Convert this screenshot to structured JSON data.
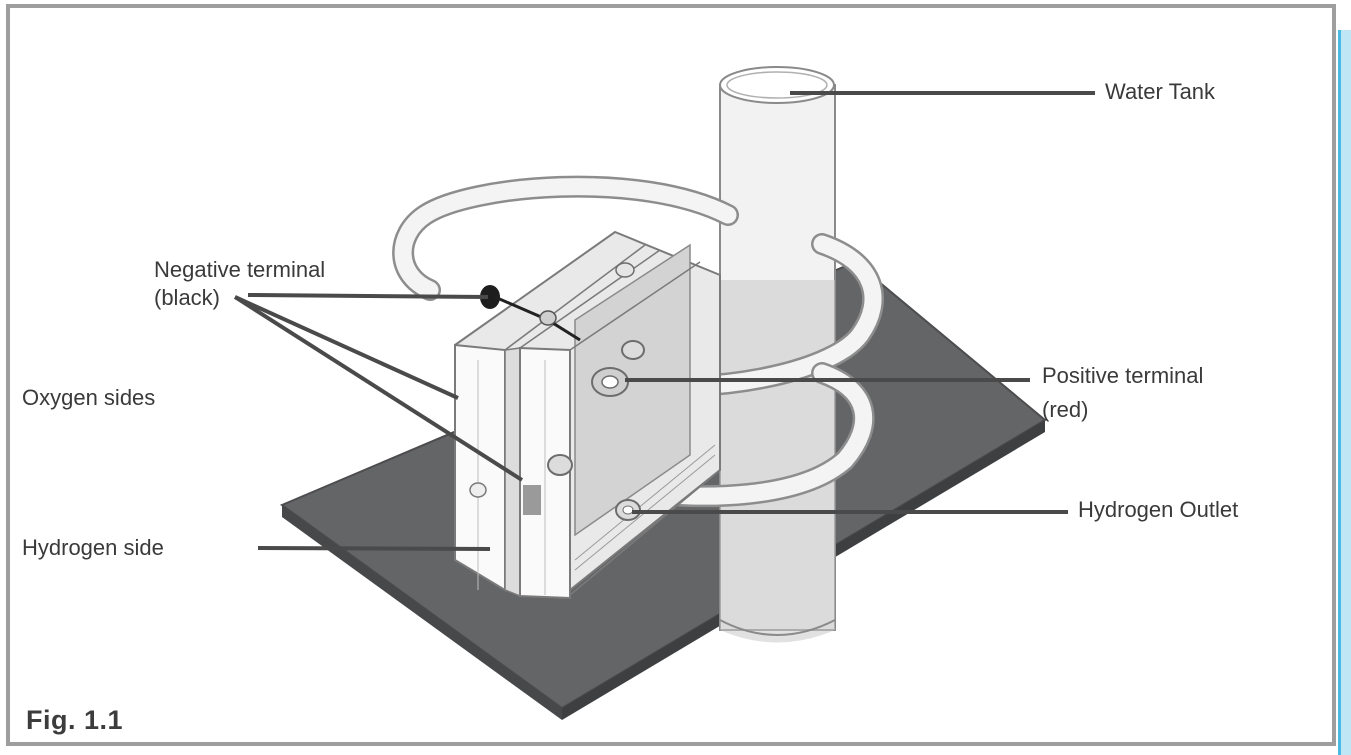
{
  "figure": {
    "caption": "Fig. 1.1",
    "frame_color": "#9e9e9e",
    "accent_color": "#49b8e3"
  },
  "labels": {
    "water_tank": "Water Tank",
    "negative_terminal_line1": "Negative terminal",
    "negative_terminal_line2": "(black)",
    "oxygen_sides": "Oxygen sides",
    "hydrogen_side": "Hydrogen side",
    "positive_terminal_line1": "Positive terminal",
    "positive_terminal_line2": "(red)",
    "hydrogen_outlet": "Hydrogen Outlet"
  },
  "colors": {
    "base_plate": "#646567",
    "leader_line": "#4a4a4a",
    "apparatus_outline": "#7a7a7a"
  }
}
